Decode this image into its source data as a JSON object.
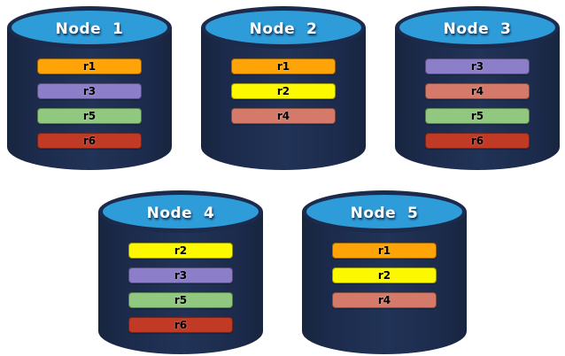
{
  "diagram": {
    "background_color": "#FFFFFF",
    "cylinder_body_color": "#1C2B4C",
    "cylinder_top_color": "#2E9CD9",
    "replica_colors": {
      "r1": "#FFA408",
      "r2": "#FBF800",
      "r3": "#8C7EC8",
      "r4": "#D57A6A",
      "r5": "#90C87F",
      "r6": "#C13A25"
    },
    "nodes": [
      {
        "title": "Node  1",
        "row": 1,
        "replicas": [
          "r1",
          "r3",
          "r5",
          "r6"
        ]
      },
      {
        "title": "Node  2",
        "row": 1,
        "replicas": [
          "r1",
          "r2",
          "r4"
        ]
      },
      {
        "title": "Node  3",
        "row": 1,
        "replicas": [
          "r3",
          "r4",
          "r5",
          "r6"
        ]
      },
      {
        "title": "Node  4",
        "row": 2,
        "replicas": [
          "r2",
          "r3",
          "r5",
          "r6"
        ]
      },
      {
        "title": "Node  5",
        "row": 2,
        "replicas": [
          "r1",
          "r2",
          "r4"
        ]
      }
    ]
  }
}
